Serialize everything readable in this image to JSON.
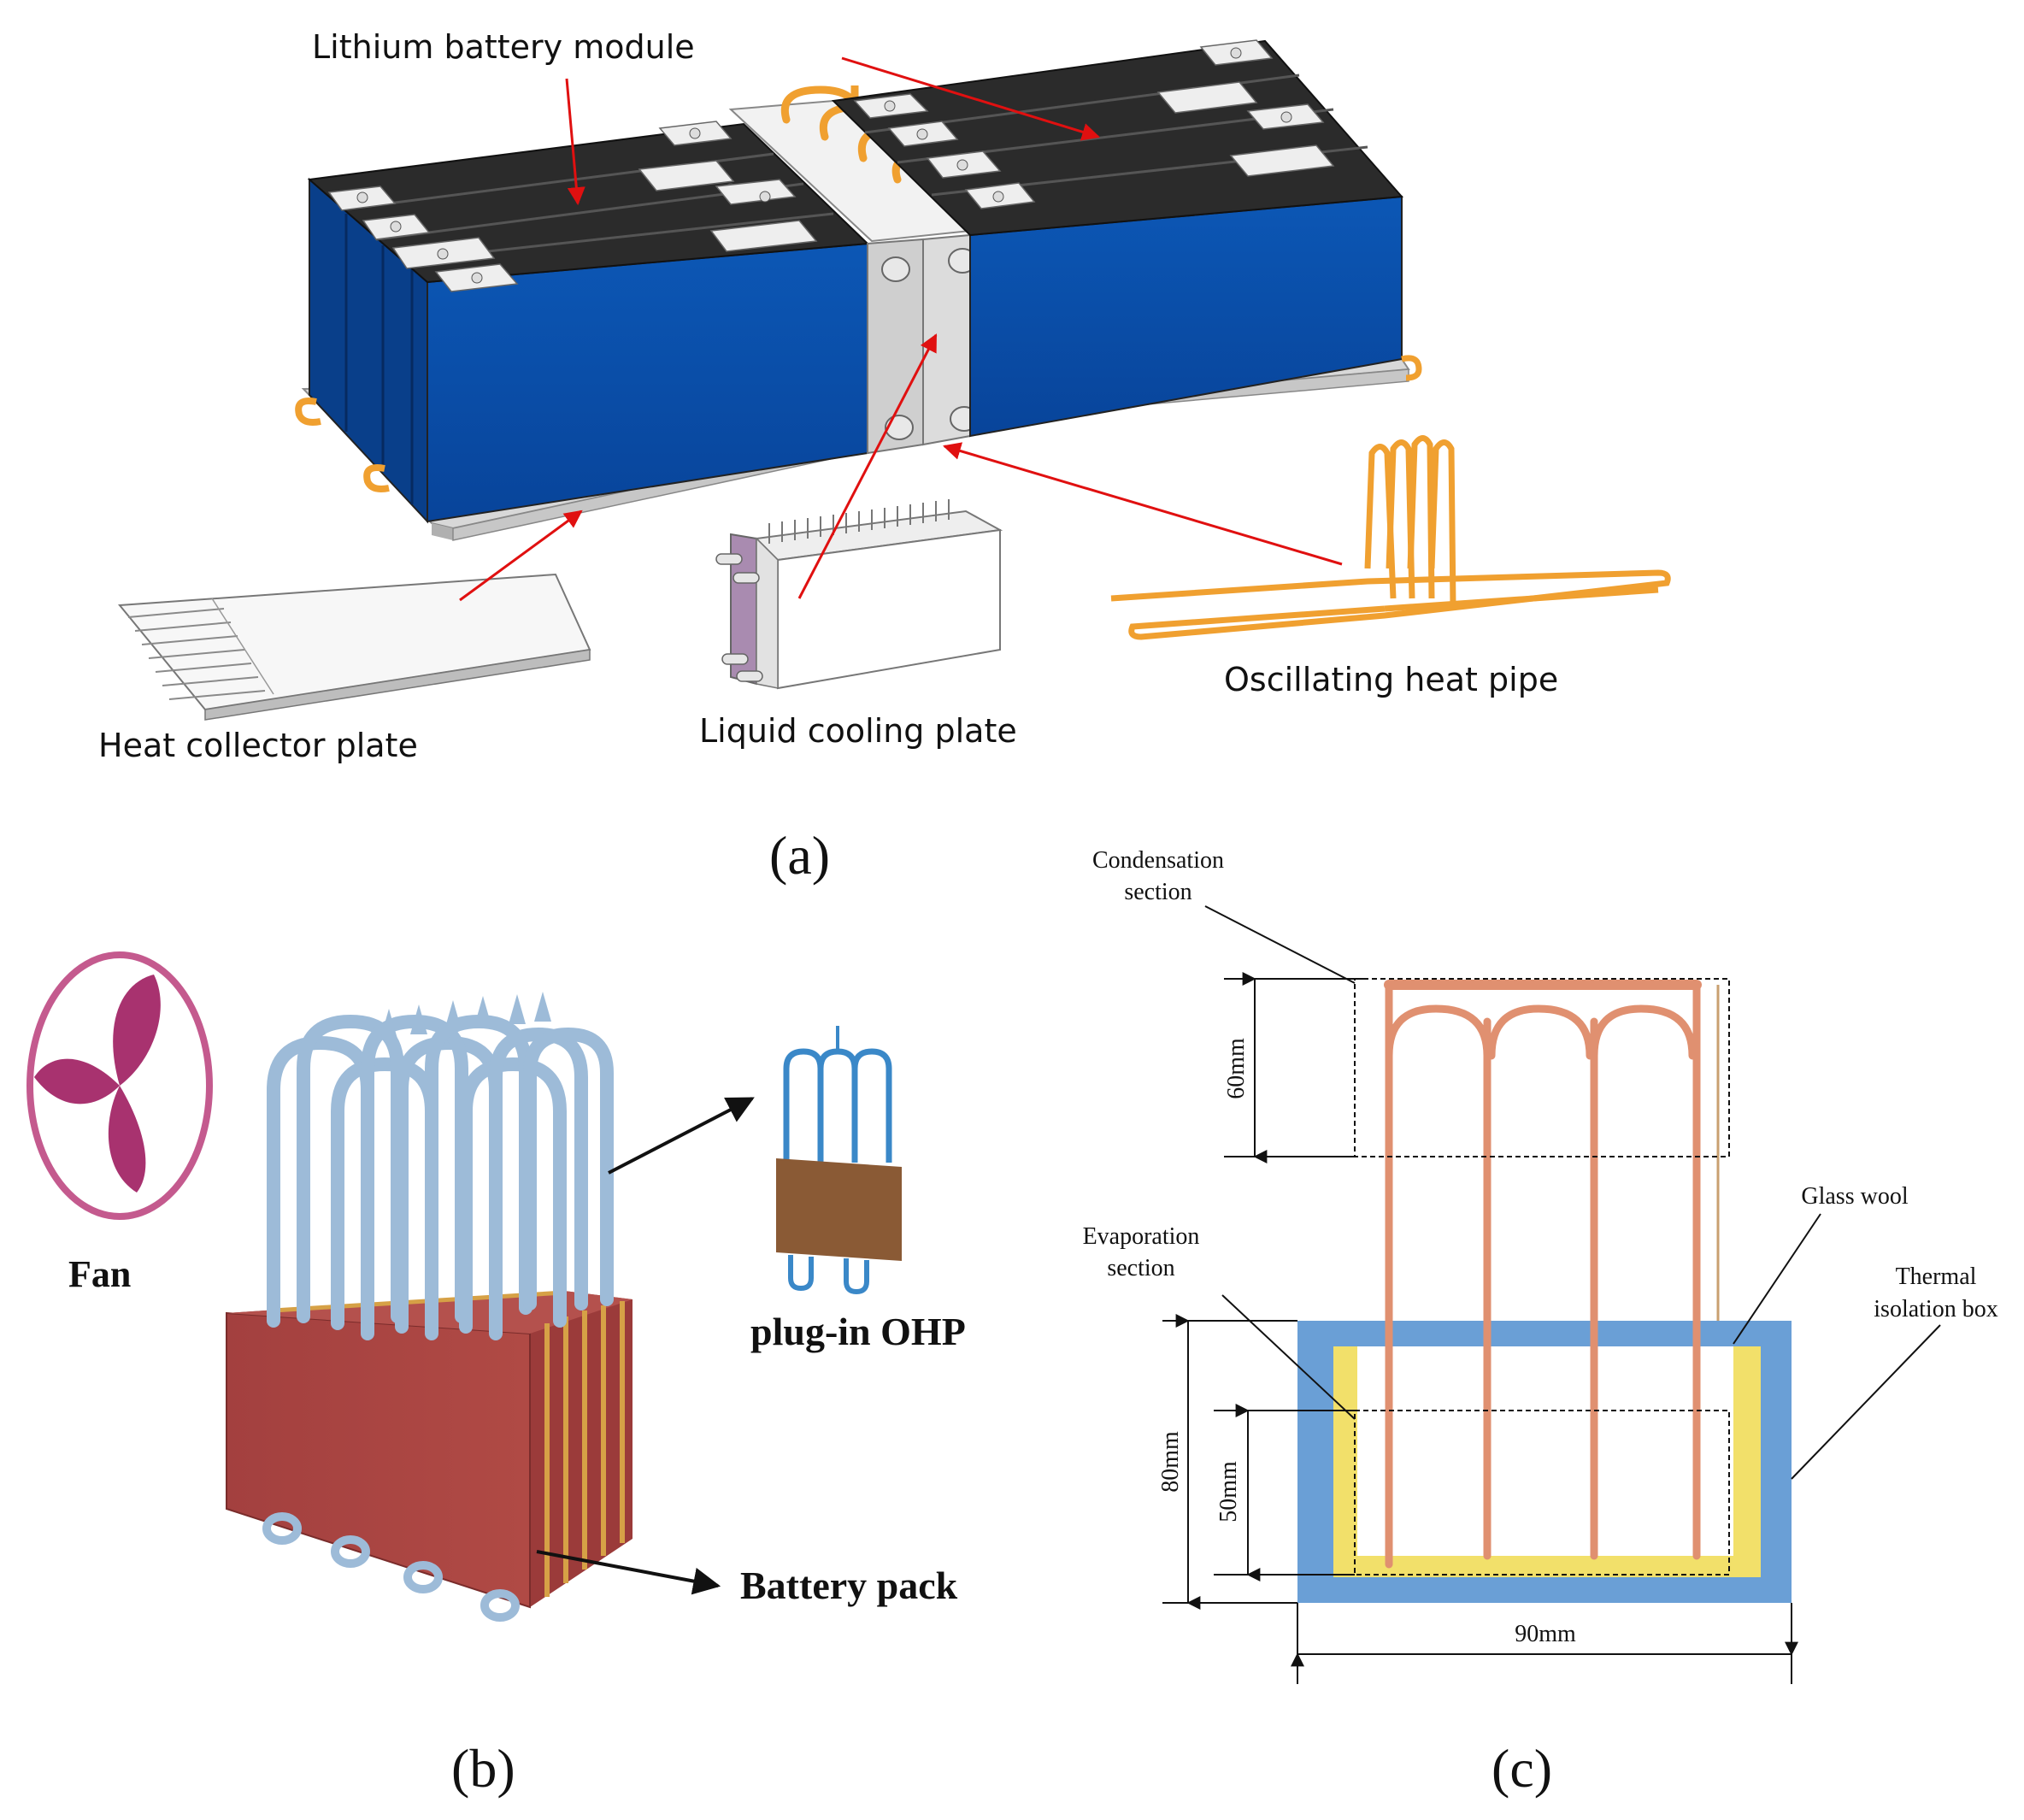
{
  "panel_a": {
    "caption": "(a)",
    "labels": {
      "battery_module": "Lithium battery module",
      "heat_collector": "Heat collector plate",
      "liquid_cooling": "Liquid cooling plate",
      "ohp": "Oscillating heat pipe"
    }
  },
  "panel_b": {
    "caption": "(b)",
    "labels": {
      "fan": "Fan",
      "plugin_ohp": "plug-in OHP",
      "battery_pack": "Battery pack"
    }
  },
  "panel_c": {
    "caption": "(c)",
    "labels": {
      "condensation_line1": "Condensation",
      "condensation_line2": "section",
      "evaporation_line1": "Evaporation",
      "evaporation_line2": "section",
      "glass_wool": "Glass wool",
      "thermal_line1": "Thermal",
      "thermal_line2": "isolation box"
    },
    "dimensions": {
      "condensation_height": "60mm",
      "box_height": "80mm",
      "evaporation_height": "50mm",
      "box_width": "90mm"
    }
  },
  "colors": {
    "battery_blue": "#0a50a8",
    "battery_top": "#2b2b2b",
    "terminal": "#eeeeee",
    "copper_orange": "#f0a030",
    "arrow_red": "#e01010",
    "fan_magenta": "#a8326f",
    "fan_ring": "#c45a8e",
    "tube_blue": "#9dbbd8",
    "pack_red": "#a53f3d",
    "pack_stripe": "#d6a146",
    "ohp_card": "#8a5a35",
    "box_blue": "#6a9fd6",
    "wool_yellow": "#f2e06a",
    "copper_pipe": "#e09070"
  }
}
